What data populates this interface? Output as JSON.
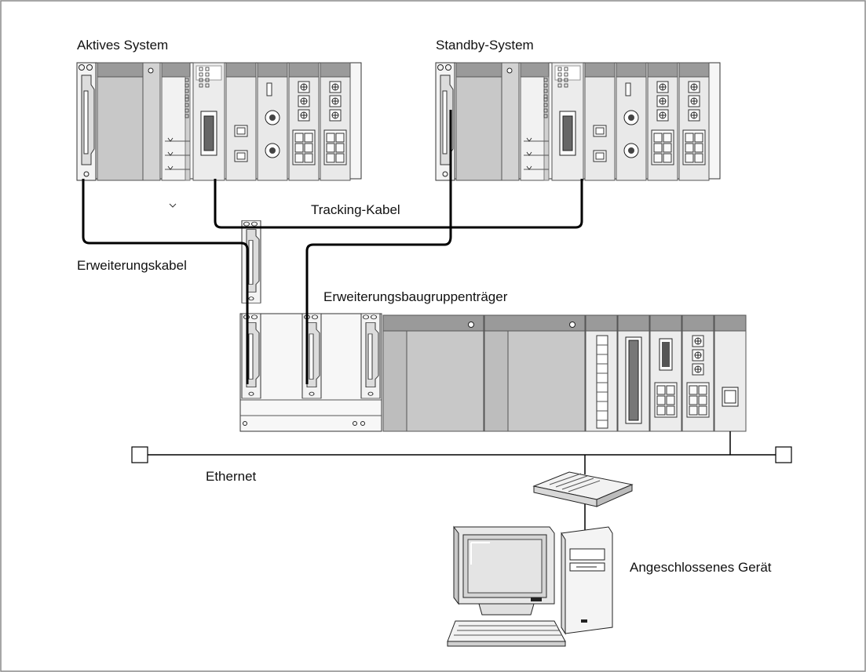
{
  "labels": {
    "active_system": "Aktives System",
    "standby_system": "Standby-System",
    "tracking_cable": "Tracking-Kabel",
    "extension_cable": "Erweiterungskabel",
    "extension_rack": "Erweiterungsbaugruppenträger",
    "ethernet": "Ethernet",
    "connected_device": "Angeschlossenes Gerät"
  },
  "colors": {
    "module_light": "#e9e9e9",
    "module_header": "#9a9a9a",
    "panel_mid": "#c8c8c8",
    "line": "#000000"
  }
}
